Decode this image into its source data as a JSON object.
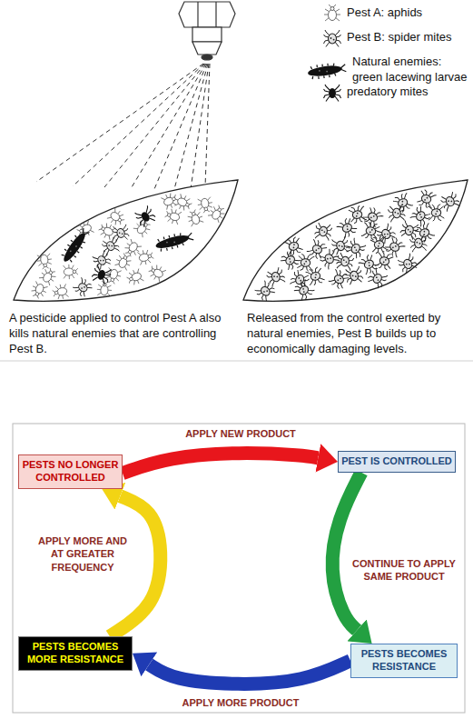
{
  "diagram": {
    "nodes": [
      {
        "text": [
          "PESTS NO LONGER CONTROLLED"
        ]
      },
      {
        "text": [
          "PEST IS CONTROLLED"
        ]
      },
      {
        "text": [
          "PESTS BECOMES MORE RESISTANCE"
        ]
      },
      {
        "text": [
          "PESTS BECOMES RESISTANCE"
        ]
      }
    ],
    "edges": [
      {
        "from": 0,
        "to": 1,
        "label": "APPLY NEW PRODUCT",
        "arrow": "to"
      },
      {
        "from": 1,
        "to": 3,
        "label": "CONTINUE TO APPLY SAME PRODUCT",
        "arrow": "to"
      },
      {
        "from": 3,
        "to": 2,
        "label": "APPLY MORE PRODUCT",
        "arrow": "to"
      },
      {
        "from": 2,
        "to": 0,
        "label": "APPLY MORE AND AT GREATER FREQUENCY",
        "arrow": "to"
      }
    ],
    "labels": [
      "A pesticide applied to control Pest A also kills natural enemies that are controlling Pest B.",
      "Released from the control exerted by natural enemies, Pest B builds up to economically damaging levels."
    ],
    "legend": [
      {
        "text": "Pest A: aphids"
      },
      {
        "text": "Pest B: spider mites"
      },
      {
        "text": "Natural enemies: green lacewing larvae"
      },
      {
        "text": "predatory mites"
      }
    ]
  }
}
